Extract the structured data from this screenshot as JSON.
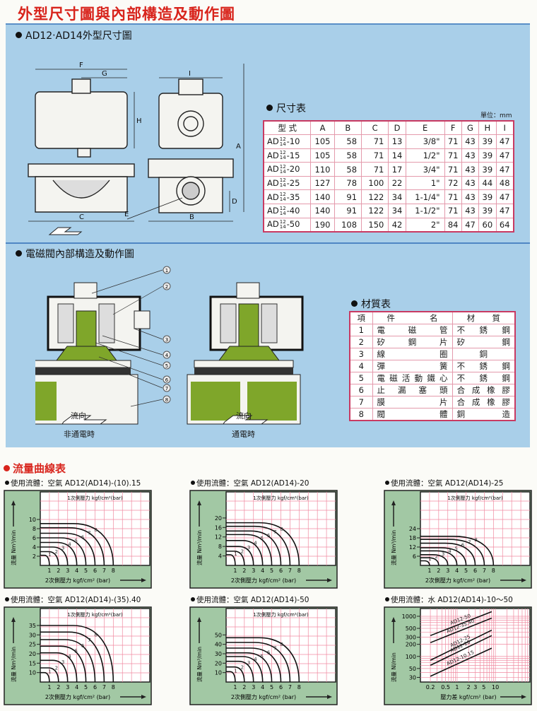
{
  "title": "外型尺寸圖與內部構造及動作圖",
  "outline": {
    "heading": "AD12‧AD14外型尺寸圖",
    "dimension_labels": {
      "F": "F",
      "G": "G",
      "H": "H",
      "C": "C",
      "I": "I",
      "A": "A",
      "B": "B",
      "D": "D",
      "E": "E"
    }
  },
  "size_table": {
    "heading": "尺寸表",
    "unit": "單位：mm",
    "headers": [
      "型 式",
      "A",
      "B",
      "C",
      "D",
      "E",
      "F",
      "G",
      "H",
      "I"
    ],
    "model_prefix": "AD",
    "model_top": "12",
    "model_bottom": "14",
    "rows": [
      {
        "suffix": "-10",
        "values": [
          "105",
          "58",
          "71",
          "13",
          "3/8\"",
          "71",
          "43",
          "39",
          "47"
        ]
      },
      {
        "suffix": "-15",
        "values": [
          "105",
          "58",
          "71",
          "14",
          "1/2\"",
          "71",
          "43",
          "39",
          "47"
        ]
      },
      {
        "suffix": "-20",
        "values": [
          "110",
          "58",
          "71",
          "17",
          "3/4\"",
          "71",
          "43",
          "39",
          "47"
        ]
      },
      {
        "suffix": "-25",
        "values": [
          "127",
          "78",
          "100",
          "22",
          "1\"",
          "72",
          "43",
          "44",
          "48"
        ]
      },
      {
        "suffix": "-35",
        "values": [
          "140",
          "91",
          "122",
          "34",
          "1-1/4\"",
          "71",
          "43",
          "39",
          "47"
        ]
      },
      {
        "suffix": "-40",
        "values": [
          "140",
          "91",
          "122",
          "34",
          "1-1/2\"",
          "71",
          "43",
          "39",
          "47"
        ]
      },
      {
        "suffix": "-50",
        "values": [
          "190",
          "108",
          "150",
          "42",
          "2\"",
          "84",
          "47",
          "60",
          "64"
        ]
      }
    ]
  },
  "internal": {
    "heading": "電磁閥內部構造及動作圖",
    "callouts": [
      "1",
      "2",
      "3",
      "4",
      "5",
      "6",
      "7",
      "8"
    ],
    "left": {
      "flow_label": "流向",
      "state": "非通電時"
    },
    "right": {
      "flow_label": "流向",
      "state": "通電時"
    },
    "colors": {
      "green": "#7fa62a",
      "body": "#f2f2ee"
    }
  },
  "material_table": {
    "heading": "材質表",
    "headers": [
      "項",
      "件名",
      "材質"
    ],
    "rows": [
      [
        "1",
        "電磁管",
        "不銹鋼"
      ],
      [
        "2",
        "矽鋼片",
        "矽鋼"
      ],
      [
        "3",
        "線圈",
        "銅"
      ],
      [
        "4",
        "彈簧",
        "不銹鋼"
      ],
      [
        "5",
        "電磁活動鐵心",
        "不銹鋼"
      ],
      [
        "6",
        "止漏塞頭",
        "合成橡膠"
      ],
      [
        "7",
        "膜片",
        "合成橡膠"
      ],
      [
        "8",
        "閥體",
        "銅造"
      ]
    ]
  },
  "flow": {
    "heading": "流量曲線表"
  },
  "chart_data": [
    {
      "type": "line",
      "caption": "使用流體：空氣  AD12(AD14)-(10).15",
      "title": "1次側壓力 kgf/cm²(bar)",
      "xlabel": "2次側壓力 kgf/cm² (bar)",
      "ylabel": "流量 Nm³/min",
      "xlim": [
        0,
        12
      ],
      "ylim": [
        0,
        16
      ],
      "xticks": [
        1,
        2,
        3,
        4,
        5,
        6,
        7,
        8
      ],
      "yticks": [
        2,
        4,
        6,
        8,
        10
      ],
      "series_labels": [
        "1",
        "2",
        "3",
        "4",
        "5",
        "6",
        "7",
        "8"
      ],
      "max_flow": [
        2.2,
        3,
        4,
        5,
        6,
        7,
        8.2,
        9.1
      ]
    },
    {
      "type": "line",
      "caption": "使用流體：空氣  AD12(AD14)-20",
      "title": "1次側壓力 kgf/cm²(bar)",
      "xlabel": "2次側壓力 kgf/cm² (bar)",
      "ylabel": "流量 Nm³/min",
      "xlim": [
        0,
        12
      ],
      "ylim": [
        0,
        31
      ],
      "xticks": [
        1,
        2,
        3,
        4,
        5,
        6,
        7,
        8
      ],
      "yticks": [
        4,
        8,
        12,
        16,
        20
      ],
      "series_labels": [
        "1",
        "2",
        "3",
        "4",
        "5",
        "6",
        "7",
        "8"
      ],
      "max_flow": [
        4.5,
        6,
        8,
        10.5,
        13,
        14.5,
        16.5,
        18
      ]
    },
    {
      "type": "line",
      "caption": "使用流體：空氣  AD12(AD14)-25",
      "title": "1次側壓力 kgf/cm²(bar)",
      "xlabel": "2次側壓力 kgf/cm² (bar)",
      "ylabel": "流量 Nm³/min",
      "xlim": [
        0,
        12
      ],
      "ylim": [
        0,
        48
      ],
      "xticks": [
        1,
        2,
        3,
        4,
        5,
        6,
        7,
        8
      ],
      "yticks": [
        6,
        12,
        18,
        24
      ],
      "series_labels": [
        "1",
        "2",
        "3",
        "4",
        "5",
        "6",
        "7",
        "8"
      ],
      "max_flow": [
        3,
        5,
        7,
        9.5,
        11.5,
        14.5,
        17,
        19
      ]
    },
    {
      "type": "line",
      "caption": "使用流體：空氣  AD12(AD14)-(35).40",
      "title": "1次側壓力 kgf/cm²(bar)",
      "xlabel": "2次側壓力 kgf/cm² (bar)",
      "ylabel": "流量 Nm³/min",
      "xlim": [
        0,
        12
      ],
      "ylim": [
        5,
        44
      ],
      "xticks": [
        1,
        2,
        3,
        4,
        5,
        6,
        7,
        8
      ],
      "yticks": [
        10,
        15,
        20,
        25,
        30,
        35
      ],
      "series_labels": [
        "1",
        "2",
        "3",
        "4",
        "5",
        "6",
        "7",
        "8"
      ],
      "max_flow": [
        10,
        12.5,
        16.5,
        20.5,
        24,
        27.5,
        31.5,
        35
      ]
    },
    {
      "type": "line",
      "caption": "使用流體：空氣  AD12(AD14)-50",
      "title": "1次側壓力 kgf/cm²(bar)",
      "xlabel": "2次側壓力 kgf/cm² (bar)",
      "ylabel": "流量 Nm³/min",
      "xlim": [
        0,
        12
      ],
      "ylim": [
        0,
        78
      ],
      "xticks": [
        1,
        2,
        3,
        4,
        5,
        6,
        7,
        8
      ],
      "yticks": [
        10,
        20,
        30,
        40,
        50
      ],
      "series_labels": [
        "1",
        "2",
        "3",
        "4",
        "5",
        "6",
        "7",
        "8"
      ],
      "max_flow": [
        11,
        16,
        22,
        27,
        31,
        36,
        42,
        47
      ]
    },
    {
      "type": "line",
      "scale": "log",
      "caption": "使用流體：水  AD12(AD14)-10～50",
      "xlabel": "壓力差 kgf/cm² (bar)",
      "ylabel": "流量 Nl/min",
      "xlim": [
        0.11,
        80
      ],
      "ylim": [
        23,
        1560
      ],
      "xticks": [
        0.2,
        0.5,
        1,
        2,
        3,
        5,
        10
      ],
      "xtick_labels": [
        "0.2",
        "0.5",
        "1",
        "2",
        "3",
        "5",
        "10"
      ],
      "yticks": [
        30,
        50,
        100,
        200,
        300,
        500,
        1000
      ],
      "series": [
        {
          "name": "AD12-50",
          "points": [
            [
              0.2,
              330
            ],
            [
              8,
              1300
            ]
          ]
        },
        {
          "name": "AD12-35.40",
          "points": [
            [
              0.2,
              220
            ],
            [
              8,
              900
            ]
          ]
        },
        {
          "name": "AD12-25",
          "points": [
            [
              0.2,
              80
            ],
            [
              8,
              450
            ]
          ]
        },
        {
          "name": "AD12-20",
          "points": [
            [
              0.2,
              60
            ],
            [
              8,
              330
            ]
          ]
        },
        {
          "name": "AD12-10.15",
          "points": [
            [
              0.2,
              32
            ],
            [
              8,
              160
            ]
          ]
        }
      ]
    }
  ],
  "colors": {
    "red": "#d8241c",
    "panel": "#a9cfe9",
    "grid": "#f08aa0",
    "chart_green": "#a2c8a4",
    "table_border": "#c93a62"
  }
}
